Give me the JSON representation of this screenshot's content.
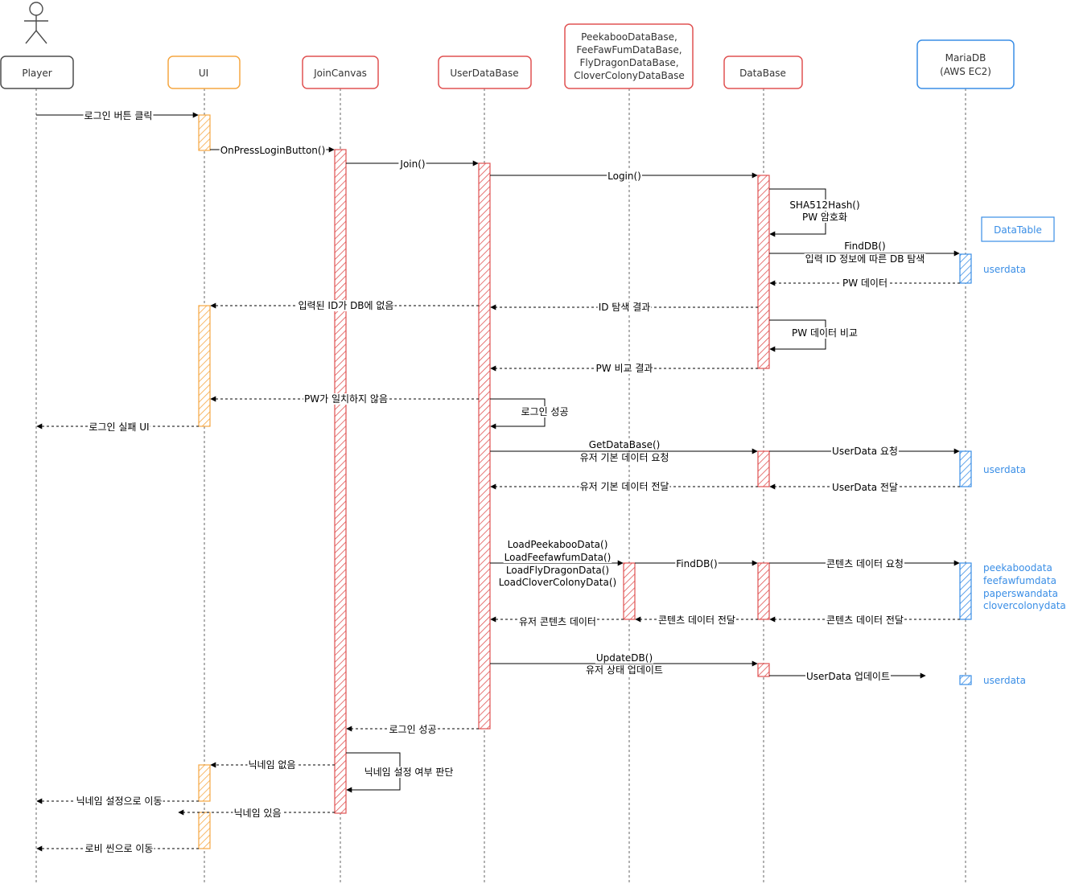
{
  "colors": {
    "gray": "#4d4d4d",
    "orange": "#f5a742",
    "red": "#e05252",
    "blue": "#3a8ee6",
    "line": "#000000"
  },
  "participants": {
    "player": "Player",
    "ui": "UI",
    "joincanvas": "JoinCanvas",
    "userdb": "UserDataBase",
    "contentdb": [
      "PeekabooDataBase,",
      "FeeFawFumDataBase,",
      "FlyDragonDataBase,",
      "CloverColonyDataBase"
    ],
    "database": "DataBase",
    "mariadb": [
      "MariaDB",
      "(AWS EC2)"
    ]
  },
  "notes": {
    "datatable": "DataTable",
    "userdata": "userdata",
    "contents": [
      "peekaboodata",
      "feefawfumdata",
      "paperswandata",
      "clovercolonydata"
    ]
  },
  "messages": {
    "m01": "로그인 버튼 클릭",
    "m02": "OnPressLoginButton()",
    "m03": "Join()",
    "m04": "Login()",
    "m05": [
      "SHA512Hash()",
      "PW 암호화"
    ],
    "m06": [
      "FindDB()",
      "입력 ID 정보에 따른 DB 탐색"
    ],
    "m07": "PW 데이터",
    "m08": "입력된 ID가 DB에 없음",
    "m09": "ID 탐색 결과",
    "m10": "PW 데이터 비교",
    "m11": "PW 비교 결과",
    "m12": "PW가 일치하지 않음",
    "m13": "로그인 성공",
    "m14": "로그인 실패 UI",
    "m15": [
      "GetDataBase()",
      "유저 기본 데이터 요청"
    ],
    "m16": "UserData 요청",
    "m17": "유저 기본 데이터 전달",
    "m18": "UserData 전달",
    "m19": [
      "LoadPeekabooData()",
      "LoadFeefawfumData()",
      "LoadFlyDragonData()",
      "LoadCloverColonyData()"
    ],
    "m20": "FindDB()",
    "m21": "콘텐츠 데이터 요청",
    "m22": "유저 콘텐츠 데이터",
    "m23": "콘텐츠 데이터 전달",
    "m24": "콘텐츠 데이터 전달",
    "m25": [
      "UpdateDB()",
      "유저 상태 업데이트"
    ],
    "m26": "UserData 업데이트",
    "m27": "로그인 성공",
    "m28": "닉네임 없음",
    "m29": "닉네임 설정 여부 판단",
    "m30": "닉네임 설정으로 이동",
    "m31": "닉네임 있음",
    "m32": "로비 씬으로 이동"
  }
}
